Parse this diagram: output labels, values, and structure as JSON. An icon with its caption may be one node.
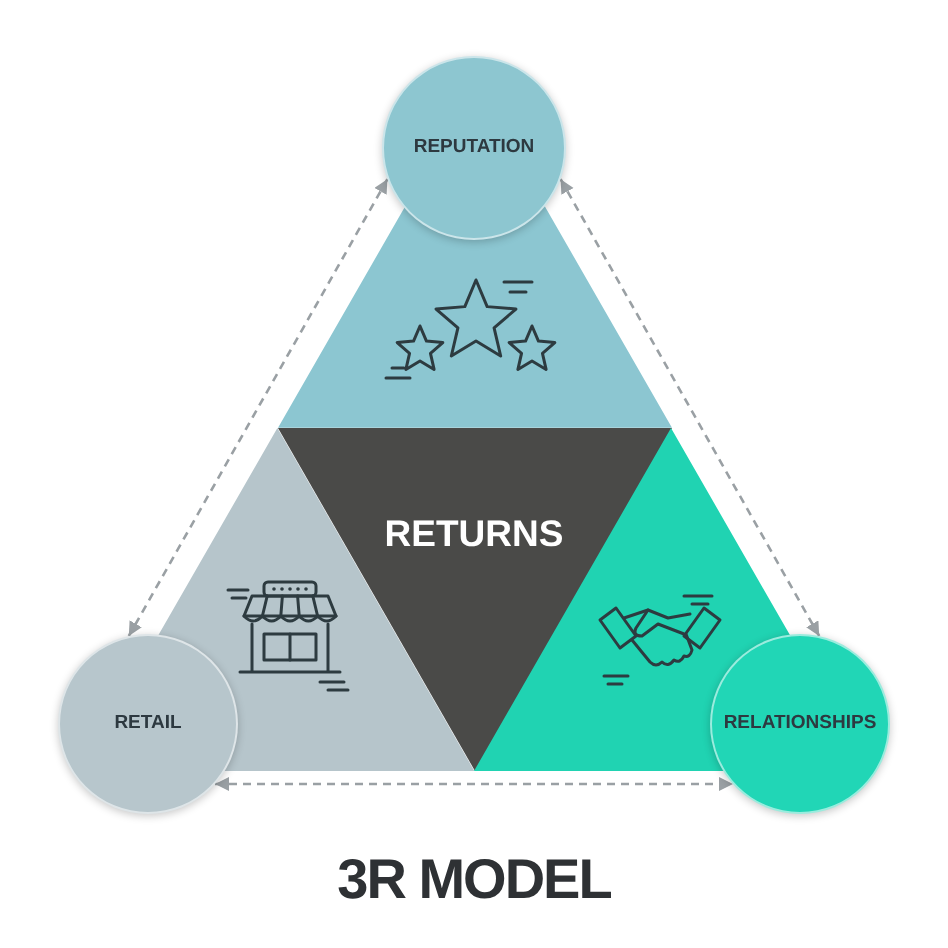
{
  "diagram": {
    "title": "3R MODEL",
    "nodes": [
      {
        "text": [
          "REPUTATION"
        ]
      },
      {
        "text": [],
        "shape": "triangle"
      },
      {
        "text": [],
        "shape": "triangle"
      },
      {
        "text": [
          "RETURNS"
        ]
      },
      {
        "text": [],
        "shape": "triangle"
      },
      {
        "text": [
          "RETAIL"
        ]
      },
      {
        "text": [
          "RELATIONSHIPS"
        ]
      }
    ],
    "edges": [
      {
        "from": 0,
        "to": 5,
        "arrow": "both",
        "style": "dashed"
      },
      {
        "from": 0,
        "to": 6,
        "arrow": "both",
        "style": "dashed"
      },
      {
        "from": 5,
        "to": 6,
        "arrow": "both",
        "style": "dashed"
      }
    ]
  }
}
